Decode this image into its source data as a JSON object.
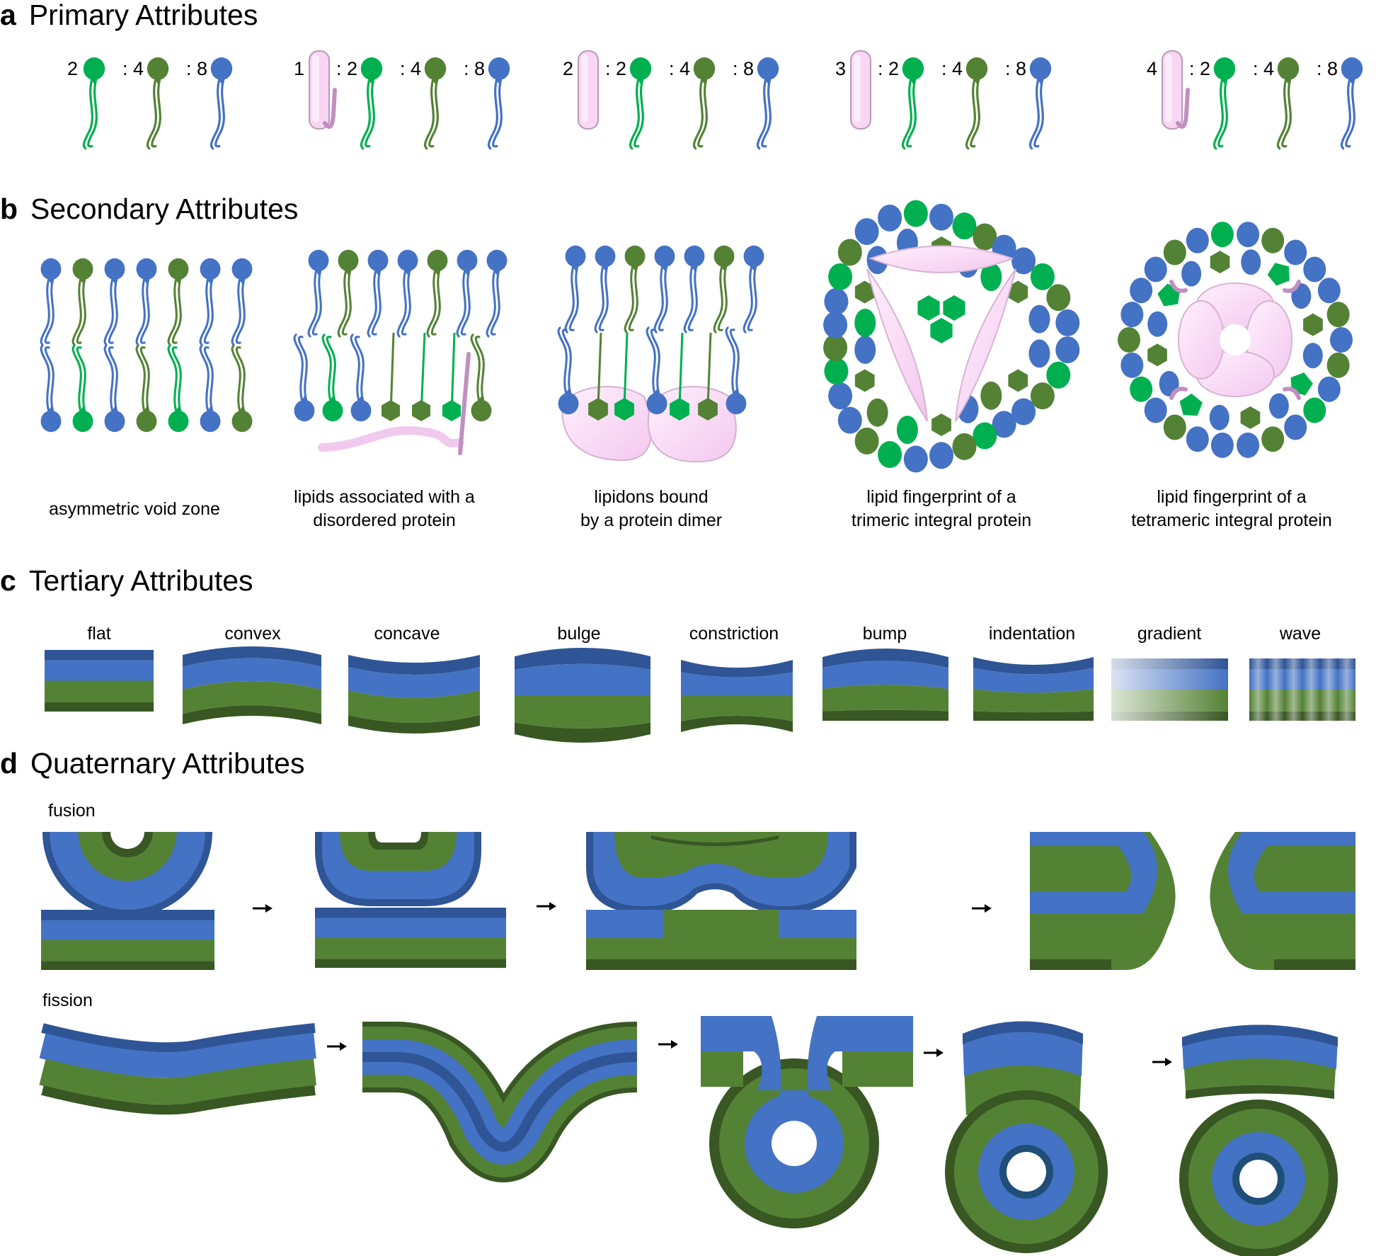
{
  "colors": {
    "blue_head": "#4472c4",
    "blue_dark": "#2f5597",
    "green_bright": "#00b050",
    "green_olive": "#548235",
    "green_dark": "#385723",
    "protein_pink": "#f8d6f4",
    "protein_tail": "#c090c0"
  },
  "panels": {
    "a": {
      "letter": "a",
      "title": "Primary Attributes"
    },
    "b": {
      "letter": "b",
      "title": "Secondary Attributes"
    },
    "c": {
      "letter": "c",
      "title": "Tertiary Attributes"
    },
    "d": {
      "letter": "d",
      "title": "Quaternary Attributes"
    }
  },
  "primary": {
    "groups": [
      {
        "protein": null,
        "ratios": [
          "2",
          ": 4",
          ": 8"
        ]
      },
      {
        "protein": "1",
        "ratios": [
          ": 2",
          ": 4",
          ":  8"
        ]
      },
      {
        "protein": "2",
        "ratios": [
          ": 2",
          ": 4",
          ": 8"
        ]
      },
      {
        "protein": "3",
        "ratios": [
          ": 2",
          ": 4",
          ":  8"
        ]
      },
      {
        "protein": "4",
        "ratios": [
          ": 2",
          ": 4",
          ": 8"
        ]
      }
    ]
  },
  "secondary": {
    "captions": [
      [
        "asymmetric void zone"
      ],
      [
        "lipids associated with a",
        "disordered protein"
      ],
      [
        "lipidons bound",
        "by a protein dimer"
      ],
      [
        "lipid fingerprint of a",
        "trimeric integral protein"
      ],
      [
        "lipid fingerprint of a",
        "tetrameric integral protein"
      ]
    ]
  },
  "tertiary": {
    "labels": [
      "flat",
      "convex",
      "concave",
      "bulge",
      "constriction",
      "bump",
      "indentation",
      "gradient",
      "wave"
    ]
  },
  "quaternary": {
    "fusion_label": "fusion",
    "fission_label": "fission"
  }
}
